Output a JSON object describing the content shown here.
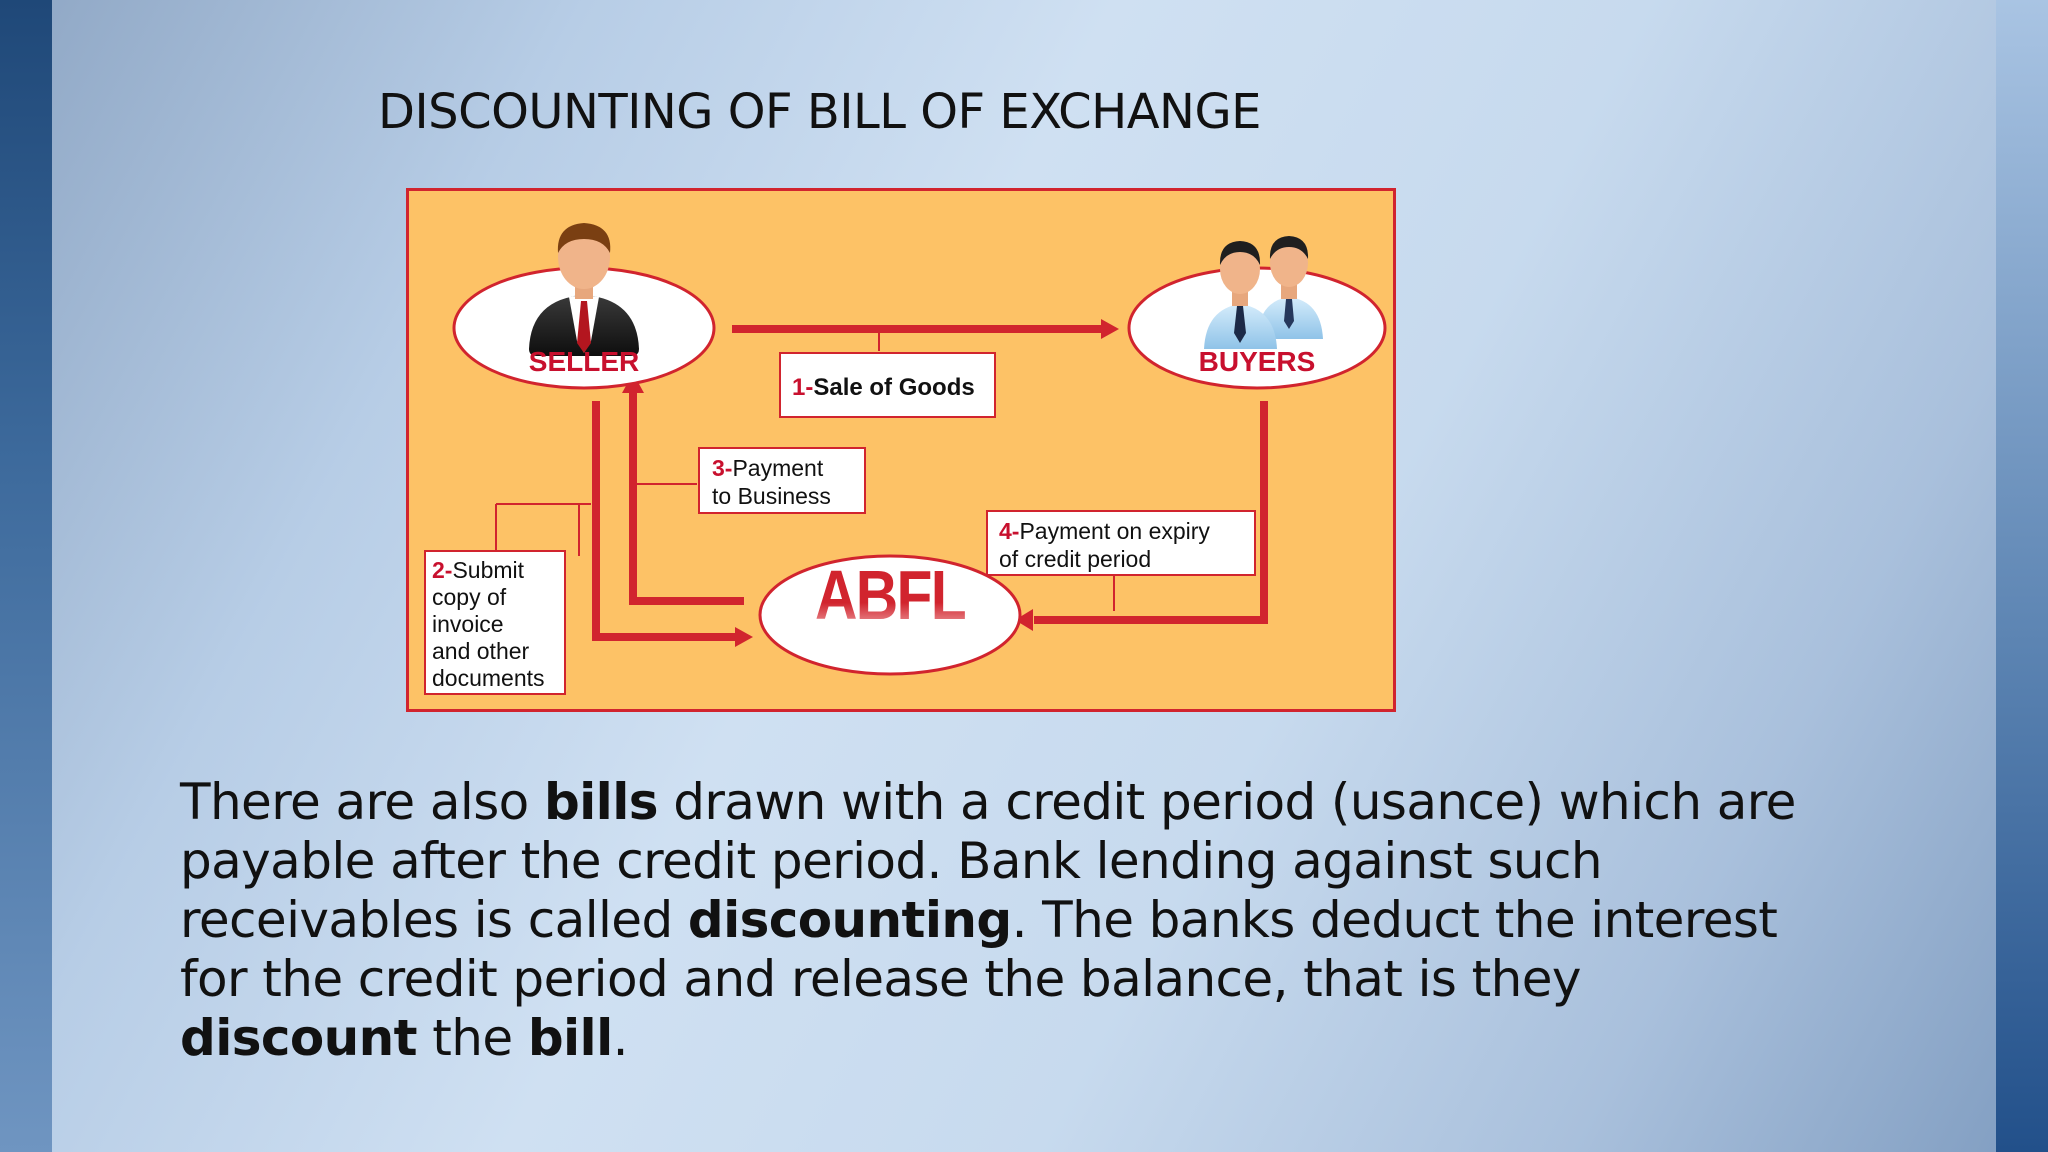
{
  "slide": {
    "title": "DISCOUNTING OF BILL OF EXCHANGE"
  },
  "diagram": {
    "nodes": {
      "seller": "SELLER",
      "buyers": "BUYERS",
      "bank": "ABFL"
    },
    "steps": [
      {
        "num": "1-",
        "text": "Sale of Goods"
      },
      {
        "num": "2-",
        "lines": [
          "Submit",
          "copy of",
          "invoice",
          "and other",
          "documents"
        ]
      },
      {
        "num": "3-",
        "lines": [
          "Payment",
          "to Business"
        ]
      },
      {
        "num": "4-",
        "lines": [
          "Payment on expiry",
          "of credit period"
        ]
      }
    ],
    "colors": {
      "background": "#fdc266",
      "accent_red": "#d1242e",
      "step_number": "#c8102e"
    },
    "icons": {
      "seller": "businessman-icon",
      "buyers": "two-businessmen-icon"
    }
  },
  "body": {
    "segments": [
      {
        "text": "There are also ",
        "bold": false
      },
      {
        "text": "bills",
        "bold": true
      },
      {
        "text": " drawn with a credit period (usance) which are payable after the credit period. Bank lending against such receivables is called ",
        "bold": false
      },
      {
        "text": "discounting",
        "bold": true
      },
      {
        "text": ". The banks deduct the interest for the credit period and release the balance, that is they ",
        "bold": false
      },
      {
        "text": "discount",
        "bold": true
      },
      {
        "text": " the ",
        "bold": false
      },
      {
        "text": "bill",
        "bold": true
      },
      {
        "text": ".",
        "bold": false
      }
    ]
  }
}
